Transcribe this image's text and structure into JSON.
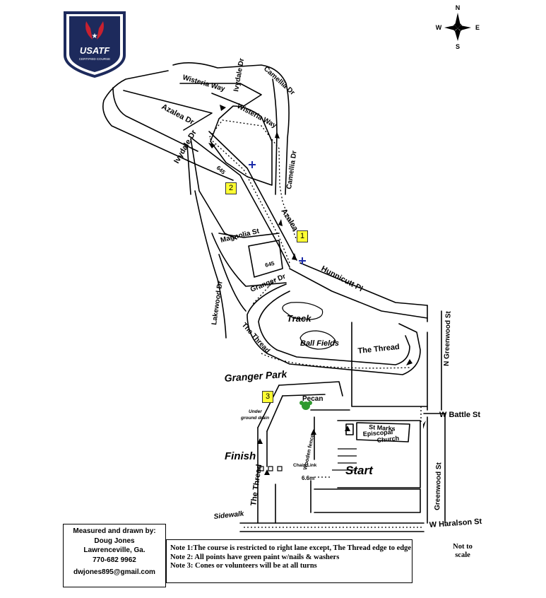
{
  "logo": {
    "name": "USATF",
    "sub": "CERTIFIED COURSE"
  },
  "compass": {
    "n": "N",
    "s": "S",
    "e": "E",
    "w": "W"
  },
  "streets": {
    "wisteria_way_1": "Wisteria Way",
    "wisteria_way_2": "Wisteria Way",
    "ivydale_dr_1": "Ivydale Dr",
    "ivydale_dr_2": "Ivydale Dr",
    "camellia_dr_1": "Camellia Dr",
    "camellia_dr_2": "Camellia Dr",
    "azalea_dr_1": "Azalea Dr",
    "azalea_dr_2": "Azalea",
    "magnolia_st": "Magnolia St",
    "granger_dr": "Granger Dr",
    "hunnicutt_pl": "Hunnicutt Pl",
    "lakewood_dr": "Lakewood Dr",
    "the_thread_1": "The Thread",
    "the_thread_2": "The Thread",
    "the_thread_3": "The Thread",
    "n_greenwood_st": "N Greenwood St",
    "w_battle_st": "W Battle St",
    "greenwood_st": "Greenwood St",
    "w_haralson_st": "W Haralson St",
    "sidewalk": "Sidewalk"
  },
  "places": {
    "track": "Track",
    "ball_fields": "Ball Fields",
    "granger_park": "Granger Park",
    "pecan": "Pecan",
    "church_1": "St Marks",
    "church_2": "Episcopal",
    "church_3": "Church",
    "under_drain_1": "Under",
    "under_drain_2": "ground drain",
    "wooden_fence": "Wooden fence",
    "chain_link": "Chain Link",
    "pole_1": "645",
    "pole_2": "645",
    "distance": "6.6m"
  },
  "course": {
    "start": "Start",
    "finish": "Finish"
  },
  "markers": [
    "1",
    "2",
    "3"
  ],
  "measured": {
    "l1": "Measured and drawn by:",
    "l2": "Doug Jones",
    "l3": "Lawrenceville, Ga.",
    "l4": "770-682 9962",
    "l5": "dwjones895@gmail.com"
  },
  "notes": [
    "Note 1:The course is restricted to right lane except, The Thread edge to edge",
    "Note 2: All points have green paint w/nails & washers",
    "Note 3: Cones or volunteers will be at all turns"
  ],
  "scale_note": {
    "l1": "Not to",
    "l2": "scale"
  },
  "colors": {
    "logo_navy": "#1d2a5c",
    "logo_red": "#c8202f",
    "marker_yellow": "#ffff33",
    "plus_blue": "#1a2aa8",
    "tree_green": "#2e9a2e"
  }
}
